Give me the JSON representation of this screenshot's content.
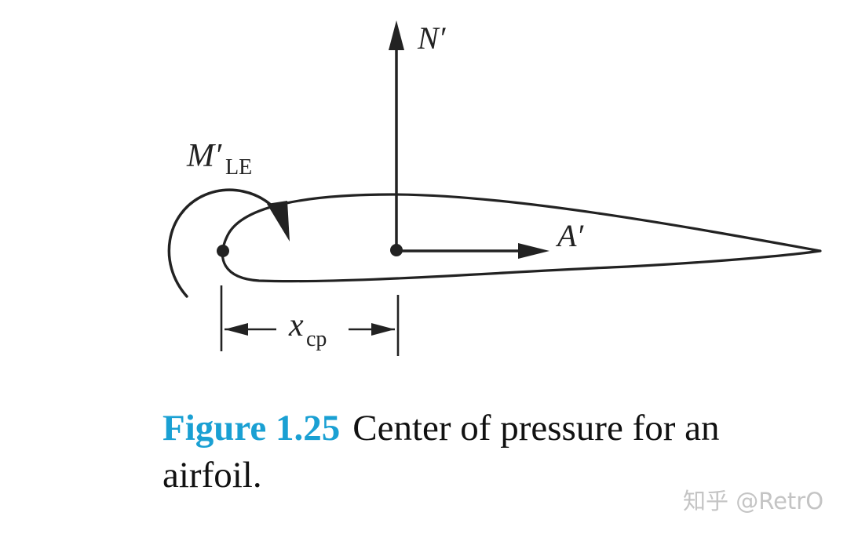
{
  "labels": {
    "normal_force": "N′",
    "axial_force": "A′",
    "moment_main": "M′",
    "moment_sub": "LE",
    "xcp_main": "x",
    "xcp_sub": "cp"
  },
  "caption": {
    "figure_label": "Figure 1.25",
    "text": "Center of pressure for an airfoil."
  },
  "watermark": "知乎 @RetrO",
  "colors": {
    "ink": "#222222",
    "figure_label": "#1aa0d3",
    "watermark": "#c4c4c4"
  }
}
